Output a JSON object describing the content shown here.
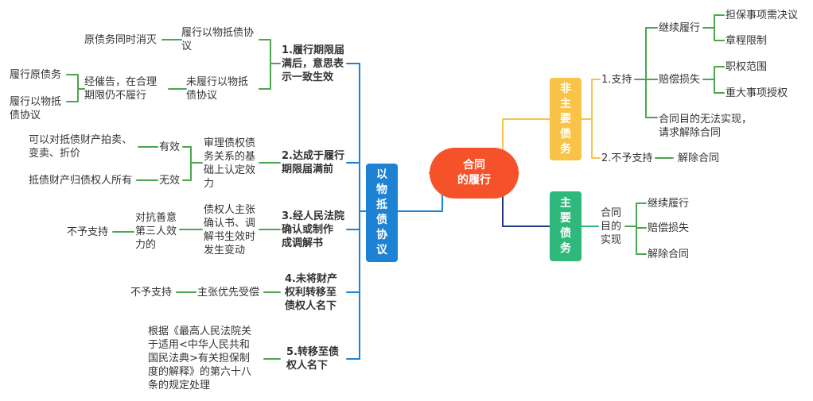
{
  "root": "合同\n的履行",
  "left": {
    "label": "以\n物\n抵\n债\n协\n议",
    "items": [
      {
        "label": "1.履行期限届\n满后，意思表\n示一致生效",
        "branches": [
          {
            "label": "履行以物抵债协\n议",
            "children": [
              "原债务同时消灭"
            ]
          },
          {
            "label": "未履行以物抵\n债协议",
            "children": [
              "经催告，在合理\n期限仍不履行"
            ],
            "grandchildren": [
              "履行原债务",
              "履行以物抵\n债协议"
            ]
          }
        ]
      },
      {
        "label": "2.达成于履行\n期限届满前",
        "branches": [
          {
            "label": "审理债权债\n务关系的基\n础上认定效\n力",
            "children": [
              "有效",
              "无效"
            ],
            "grandchildren": [
              "可以对抵债财产拍卖、\n变卖、折价",
              "抵债财产归债权人所有"
            ]
          }
        ]
      },
      {
        "label": "3.经人民法院\n确认或制作\n成调解书",
        "branches": [
          {
            "label": "债权人主张\n确认书、调\n解书生效时\n发生变动",
            "children": [
              "对抗善意\n第三人效\n力的"
            ],
            "grandchildren": [
              "不予支持"
            ]
          }
        ]
      },
      {
        "label": "4.未将财产\n权利转移至\n债权人名下",
        "branches": [
          {
            "label": "主张优先受偿",
            "children": [
              "不予支持"
            ]
          }
        ]
      },
      {
        "label": "5.转移至债\n权人名下",
        "branches": [
          {
            "label": "根据《最高人民法院关\n于适用<中华人民共和\n国民法典>有关担保制\n度的解释》的第六十八\n条的规定处理"
          }
        ]
      }
    ]
  },
  "right": [
    {
      "label": "非\n主\n要\n债\n务",
      "items": [
        {
          "label": "1.支持",
          "children": [
            {
              "label": "继续履行",
              "children": [
                "担保事项需决议",
                "章程限制"
              ]
            },
            {
              "label": "赔偿损失",
              "children": [
                "职权范围",
                "重大事项授权"
              ]
            },
            {
              "label": "合同目的无法实现，\n请求解除合同"
            }
          ]
        },
        {
          "label": "2.不予支持",
          "children": [
            {
              "label": "解除合同"
            }
          ]
        }
      ]
    },
    {
      "label": "主\n要\n债\n务",
      "items": [
        {
          "label": "合同\n目的\n实现",
          "children": [
            "继续履行",
            "赔偿损失",
            "解除合同"
          ]
        }
      ]
    }
  ],
  "colors": {
    "root": "#f5512a",
    "left_branch": "#1d82d3",
    "non_main_branch": "#f8c346",
    "main_branch": "#2fb87c",
    "main_connector": "#1f3a8a",
    "text": "#333333"
  }
}
